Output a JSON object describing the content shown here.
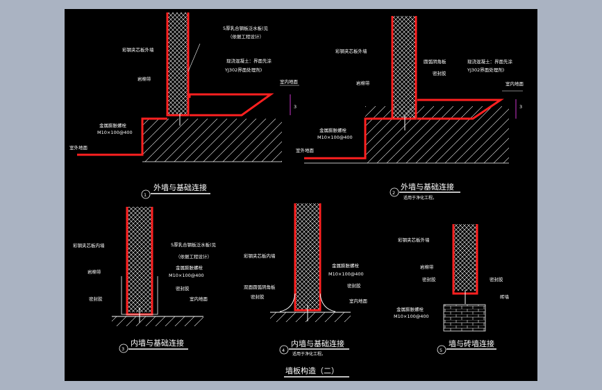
{
  "sheet_title": "墙板构造（二）",
  "details": [
    {
      "num": "1",
      "title": "外墙与基础连接",
      "note": ""
    },
    {
      "num": "2",
      "title": "外墙与基础连接",
      "note": "适用于净化工程。"
    },
    {
      "num": "3",
      "title": "内墙与基础连接",
      "note": ""
    },
    {
      "num": "4",
      "title": "内墙与基础连接",
      "note": "适用于净化工程。"
    },
    {
      "num": "5",
      "title": "墙与砖墙连接",
      "note": ""
    }
  ],
  "labels": {
    "d1_panel": "彩钢夹芯板外墙",
    "d1_flash": "5厚乳合钢板泛水板(见",
    "d1_flash2": "（依据工程设计）",
    "d1_concrete": "现浇混凝土：界面先涂",
    "d1_concrete2": "YJ302界面处理剂)",
    "d1_rock": "岩棉带",
    "d1_floor": "室内地面",
    "d1_bolt": "金属膨胀螺栓",
    "d1_bolt2": "M10×100@400",
    "d1_outside": "室外地面",
    "d1_dim": "3",
    "d2_panel": "彩钢夹芯板外墙",
    "d2_angle": "圆弧阴角板",
    "d2_seal": "密封胶",
    "d2_concrete": "现浇混凝土：界面先涂",
    "d2_concrete2": "YJ302界面处理剂)",
    "d2_rock": "岩棉带",
    "d2_floor": "室内地面",
    "d2_bolt": "金属膨胀螺栓",
    "d2_bolt2": "M10×100@400",
    "d2_outside": "室外地面",
    "d2_dim": "3",
    "d3_panel": "彩钢夹芯板内墙",
    "d3_flash": "5厚乳合钢板泛水板(见",
    "d3_flash2": "（依据工程设计）",
    "d3_bolt": "金属膨胀螺栓",
    "d3_bolt2": "M10×100@400",
    "d3_rock": "岩棉带",
    "d3_seal1": "密封胶",
    "d3_seal2": "密封胶",
    "d3_floor": "室内地面",
    "d4_panel": "彩钢夹芯板内墙",
    "d4_bolt": "金属膨胀螺栓",
    "d4_bolt2": "M10×100@400",
    "d4_angle": "双面圆弧阴角板",
    "d4_seal1": "密封胶",
    "d4_seal2": "密封胶",
    "d4_floor": "室内地面",
    "d5_panel": "彩钢夹芯板外墙",
    "d5_rock": "岩棉带",
    "d5_seal1": "密封胶",
    "d5_seal2": "密封胶",
    "d5_brick": "砖墙",
    "d5_bolt": "金属膨胀螺栓",
    "d5_bolt2": "M10×100@400"
  },
  "colors": {
    "background": "#000000",
    "panel": "#ff2020",
    "frame": "#aab3c2",
    "lines": "#ffffff",
    "dim": "#ff40ff"
  }
}
